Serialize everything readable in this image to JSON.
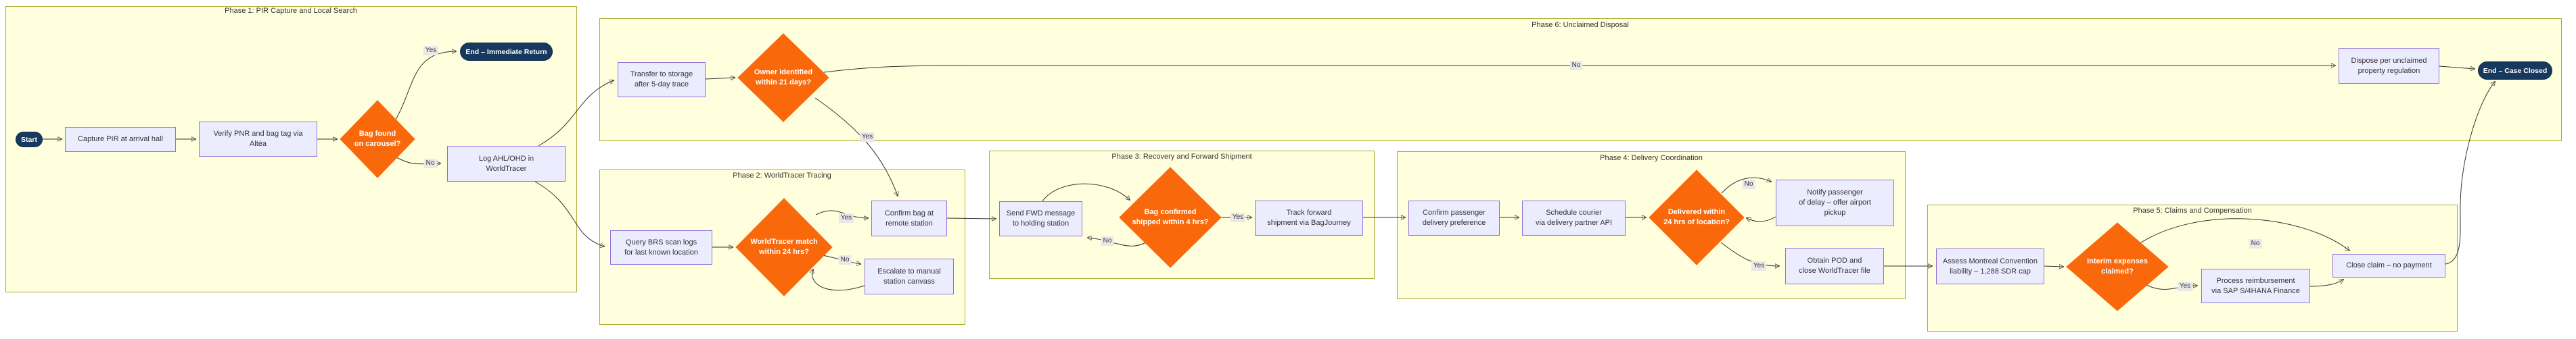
{
  "phases": {
    "p1": "Phase 1: PIR Capture and Local Search",
    "p2": "Phase 2: WorldTracer Tracing",
    "p3": "Phase 3: Recovery and Forward Shipment",
    "p4": "Phase 4: Delivery Coordination",
    "p5": "Phase 5: Claims and Compensation",
    "p6": "Phase 6: Unclaimed Disposal"
  },
  "nodes": {
    "start": [
      "Start"
    ],
    "capture_pir": [
      "Capture PIR at arrival hall"
    ],
    "verify_pnr": [
      "Verify PNR and bag tag via",
      "Altéa"
    ],
    "bag_found": [
      "Bag found",
      "on carousel?"
    ],
    "end_immediate": [
      "End – Immediate Return"
    ],
    "log_ahl": [
      "Log AHL/OHD in",
      "WorldTracer"
    ],
    "query_brs": [
      "Query BRS scan logs",
      "for last known location"
    ],
    "wt_match": [
      "WorldTracer match",
      "within 24 hrs?"
    ],
    "confirm_bag": [
      "Confirm bag at",
      "remote station"
    ],
    "escalate": [
      "Escalate to manual",
      "station canvass"
    ],
    "send_fwd": [
      "Send FWD message",
      "to holding station"
    ],
    "shipped": [
      "Bag confirmed",
      "shipped within 4 hrs?"
    ],
    "track_fwd": [
      "Track forward",
      "shipment via BagJourney"
    ],
    "confirm_pref": [
      "Confirm passenger",
      "delivery preference"
    ],
    "schedule_courier": [
      "Schedule courier",
      "via delivery partner API"
    ],
    "delivered": [
      "Delivered within",
      "24 hrs of location?"
    ],
    "notify_delay": [
      "Notify passenger",
      "of delay – offer airport",
      "pickup"
    ],
    "obtain_pod": [
      "Obtain POD and",
      "close WorldTracer file"
    ],
    "transfer_storage": [
      "Transfer to storage",
      "after 5-day trace"
    ],
    "owner_identified": [
      "Owner identified",
      "within 21 days?"
    ],
    "dispose": [
      "Dispose per unclaimed",
      "property regulation"
    ],
    "end_closed": [
      "End – Case Closed"
    ],
    "assess_liability": [
      "Assess Montreal Convention",
      "liability – 1,288 SDR cap"
    ],
    "interim": [
      "Interim expenses",
      "claimed?"
    ],
    "process_reimb": [
      "Process reimbursement",
      "via SAP S/4HANA Finance"
    ],
    "close_claim": [
      "Close claim – no payment"
    ]
  },
  "edge_labels": {
    "yes": "Yes",
    "no": "No"
  },
  "colors": {
    "cluster_fill": "#ffffde",
    "cluster_border": "#aaaa33",
    "node_fill": "#ececff",
    "node_border": "#9370db",
    "decision_fill": "#f9690c",
    "terminal_fill": "#17395f",
    "terminal_border": "#0e2b4d",
    "edge_color": "#333333",
    "label_bg": "#e8e8e8",
    "text_color": "#333333"
  }
}
